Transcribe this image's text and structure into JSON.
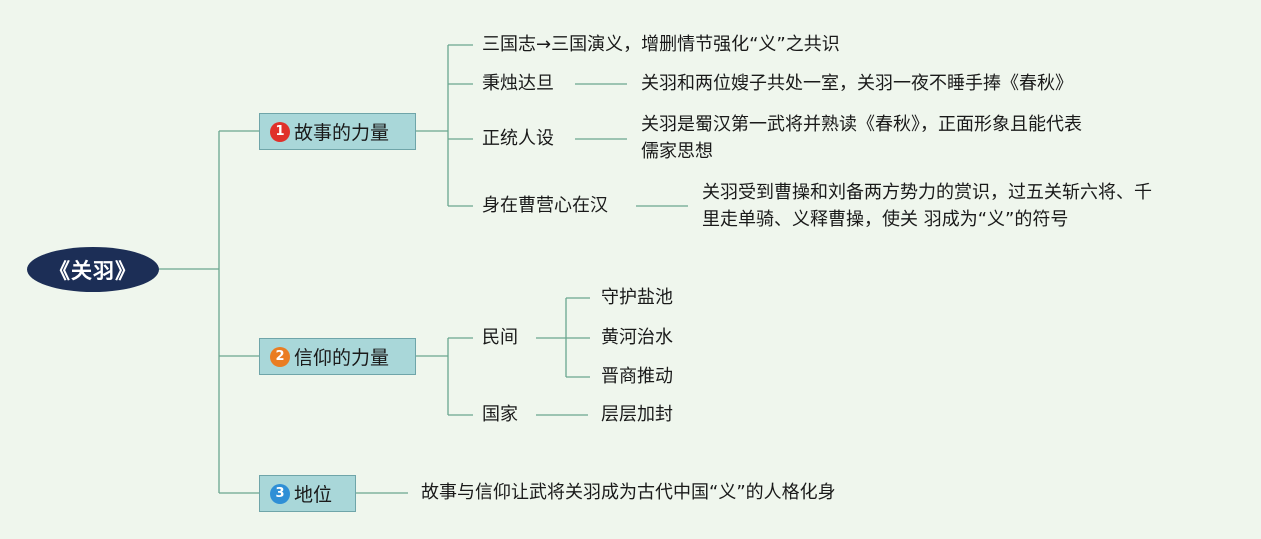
{
  "root": {
    "label": "《关羽》"
  },
  "topics": [
    {
      "badge": "1",
      "badge_color": "#e0302a",
      "label": "故事的力量",
      "children": [
        {
          "label": "三国志→三国演义，增删情节强化“义”之共识"
        },
        {
          "label": "秉烛达旦",
          "detail": "关羽和两位嫂子共处一室，关羽一夜不睡手捧《春秋》"
        },
        {
          "label": "正统人设",
          "detail_line1": "关羽是蜀汉第一武将并熟读《春秋》，正面形象且能代表",
          "detail_line2": "儒家思想"
        },
        {
          "label": "身在曹营心在汉",
          "detail_line1": "关羽受到曹操和刘备两方势力的赏识，过五关斩六将、千",
          "detail_line2": "里走单骑、义释曹操，使关 羽成为“义”的符号"
        }
      ]
    },
    {
      "badge": "2",
      "badge_color": "#ea7d22",
      "label": "信仰的力量",
      "children": [
        {
          "label": "民间",
          "items": [
            "守护盐池",
            "黄河治水",
            "晋商推动"
          ]
        },
        {
          "label": "国家",
          "items": [
            "层层加封"
          ]
        }
      ]
    },
    {
      "badge": "3",
      "badge_color": "#2f8fd6",
      "label": "地位",
      "detail": "故事与信仰让武将关羽成为古代中国“义”的人格化身"
    }
  ],
  "colors": {
    "background": "#eff6ed",
    "connector": "#6aa78f",
    "root_fill": "#1c2e56",
    "topic_fill": "#a9d7d9"
  }
}
